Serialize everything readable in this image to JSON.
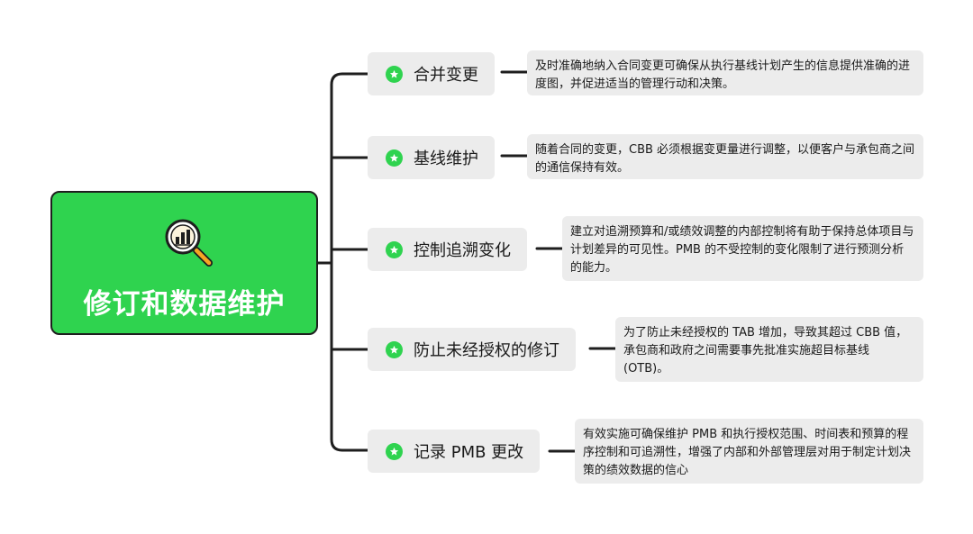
{
  "root": {
    "title": "修订和数据维护",
    "icon": "magnifier-chart-icon"
  },
  "branches": [
    {
      "label": "合并变更",
      "icon": "star-icon",
      "note": "及时准确地纳入合同变更可确保从执行基线计划产生的信息提供准确的进度图，并促进适当的管理行动和决策。"
    },
    {
      "label": "基线维护",
      "icon": "star-icon",
      "note": "随着合同的变更，CBB 必须根据变更量进行调整，以便客户与承包商之间的通信保持有效。"
    },
    {
      "label": "控制追溯变化",
      "icon": "star-icon",
      "note": "建立对追溯预算和/或绩效调整的内部控制将有助于保持总体项目与计划差异的可见性。PMB 的不受控制的变化限制了进行预测分析的能力。"
    },
    {
      "label": "防止未经授权的修订",
      "icon": "star-icon",
      "note": "为了防止未经授权的 TAB 增加，导致其超过 CBB 值，承包商和政府之间需要事先批准实施超目标基线 (OTB)。"
    },
    {
      "label": "记录 PMB 更改",
      "icon": "star-icon",
      "note": "有效实施可确保维护 PMB 和执行授权范围、时间表和预算的程序控制和可追溯性，增强了内部和外部管理层对用于制定计划决策的绩效数据的信心"
    }
  ],
  "colors": {
    "accent": "#2fd34f",
    "line": "#1e1e1e",
    "box": "#ececec",
    "icon_orange": "#f5a623"
  }
}
